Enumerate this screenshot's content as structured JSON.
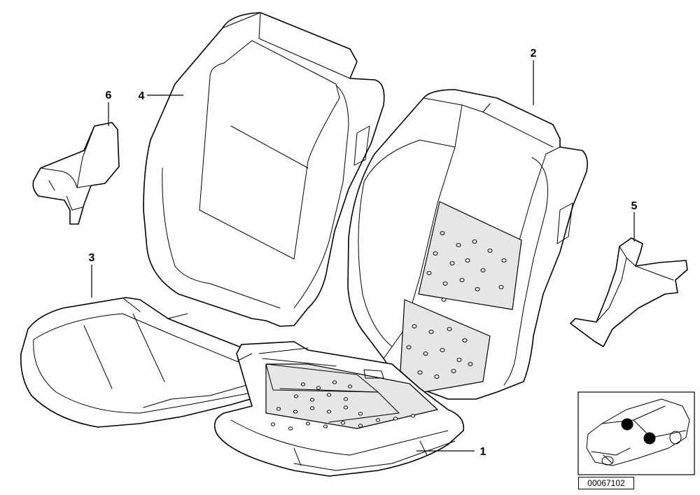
{
  "callouts": [
    {
      "id": "1",
      "label": "1"
    },
    {
      "id": "2",
      "label": "2"
    },
    {
      "id": "3",
      "label": "3"
    },
    {
      "id": "4",
      "label": "4"
    },
    {
      "id": "5",
      "label": "5"
    },
    {
      "id": "6",
      "label": "6"
    }
  ],
  "reference_code": "00067102"
}
